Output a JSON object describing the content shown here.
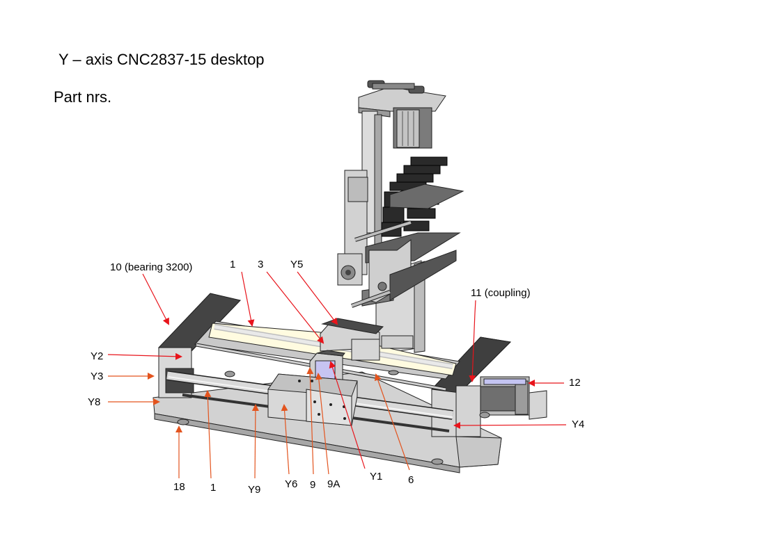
{
  "header": {
    "title": "Y – axis CNC2837-15 desktop",
    "subtitle": "Part nrs."
  },
  "colors": {
    "arrow_red": "#e8141b",
    "arrow_orange": "#e3541e",
    "leader_red": "#e8141b",
    "frame_gray": "#d6d6d6",
    "dark_gray": "#5a5a5a",
    "rod_light": "#fffbe0",
    "nut_blue": "#c7c4f2"
  },
  "labels": {
    "bearing": "10 (bearing 3200)",
    "top_1": "1",
    "top_3": "3",
    "top_y5": "Y5",
    "coupling": "11 (coupling)",
    "y2": "Y2",
    "y3": "Y3",
    "y8": "Y8",
    "p12": "12",
    "y4": "Y4",
    "p18": "18",
    "bottom_1": "1",
    "y9": "Y9",
    "y6": "Y6",
    "p9": "9",
    "p9a": "9A",
    "y1": "Y1",
    "p6": "6"
  }
}
